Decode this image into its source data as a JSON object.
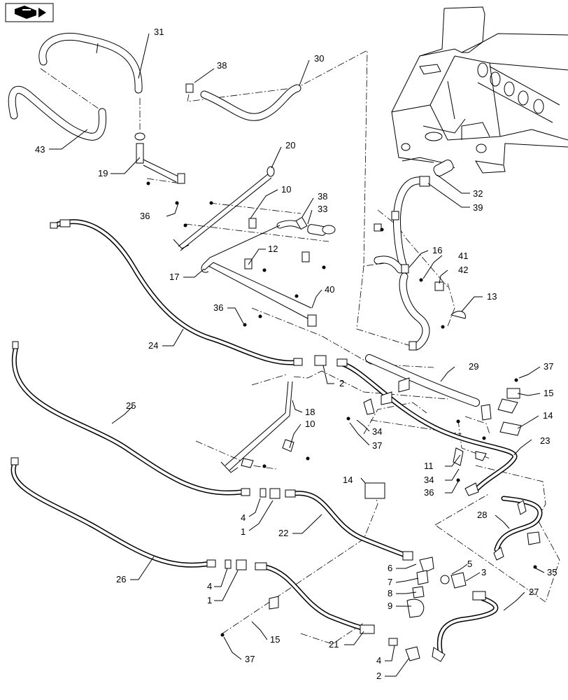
{
  "nav_icon": "book-arrow-icon",
  "callouts": [
    {
      "id": "c31a",
      "text": "31"
    },
    {
      "id": "c38a",
      "text": "38"
    },
    {
      "id": "c30",
      "text": "30"
    },
    {
      "id": "c43",
      "text": "43"
    },
    {
      "id": "c19",
      "text": "19"
    },
    {
      "id": "c20",
      "text": "20"
    },
    {
      "id": "c36a",
      "text": "36"
    },
    {
      "id": "c10a",
      "text": "10"
    },
    {
      "id": "c38b",
      "text": "38"
    },
    {
      "id": "c33",
      "text": "33"
    },
    {
      "id": "c32",
      "text": "32"
    },
    {
      "id": "c39",
      "text": "39"
    },
    {
      "id": "c12",
      "text": "12"
    },
    {
      "id": "c17",
      "text": "17"
    },
    {
      "id": "c16",
      "text": "16"
    },
    {
      "id": "c41",
      "text": "41"
    },
    {
      "id": "c42",
      "text": "42"
    },
    {
      "id": "c40",
      "text": "40"
    },
    {
      "id": "c13",
      "text": "13"
    },
    {
      "id": "c36b",
      "text": "36"
    },
    {
      "id": "c24",
      "text": "24"
    },
    {
      "id": "c29",
      "text": "29"
    },
    {
      "id": "c2a",
      "text": "2"
    },
    {
      "id": "c37a",
      "text": "37"
    },
    {
      "id": "c15a",
      "text": "15"
    },
    {
      "id": "c18",
      "text": "18"
    },
    {
      "id": "c25",
      "text": "25"
    },
    {
      "id": "c14a",
      "text": "14"
    },
    {
      "id": "c34a",
      "text": "34"
    },
    {
      "id": "c10b",
      "text": "10"
    },
    {
      "id": "c37b",
      "text": "37"
    },
    {
      "id": "c23",
      "text": "23"
    },
    {
      "id": "c11",
      "text": "11"
    },
    {
      "id": "c34b",
      "text": "34"
    },
    {
      "id": "c36c",
      "text": "36"
    },
    {
      "id": "c14b",
      "text": "14"
    },
    {
      "id": "c4a",
      "text": "4"
    },
    {
      "id": "c1a",
      "text": "1"
    },
    {
      "id": "c22",
      "text": "22"
    },
    {
      "id": "c28",
      "text": "28"
    },
    {
      "id": "c35",
      "text": "35"
    },
    {
      "id": "c26",
      "text": "26"
    },
    {
      "id": "c6",
      "text": "6"
    },
    {
      "id": "c5",
      "text": "5"
    },
    {
      "id": "c3",
      "text": "3"
    },
    {
      "id": "c7",
      "text": "7"
    },
    {
      "id": "c4b",
      "text": "4"
    },
    {
      "id": "c8",
      "text": "8"
    },
    {
      "id": "c1b",
      "text": "1"
    },
    {
      "id": "c9",
      "text": "9"
    },
    {
      "id": "c27",
      "text": "27"
    },
    {
      "id": "c15b",
      "text": "15"
    },
    {
      "id": "c21",
      "text": "21"
    },
    {
      "id": "c37c",
      "text": "37"
    },
    {
      "id": "c4c",
      "text": "4"
    },
    {
      "id": "c2b",
      "text": "2"
    }
  ]
}
